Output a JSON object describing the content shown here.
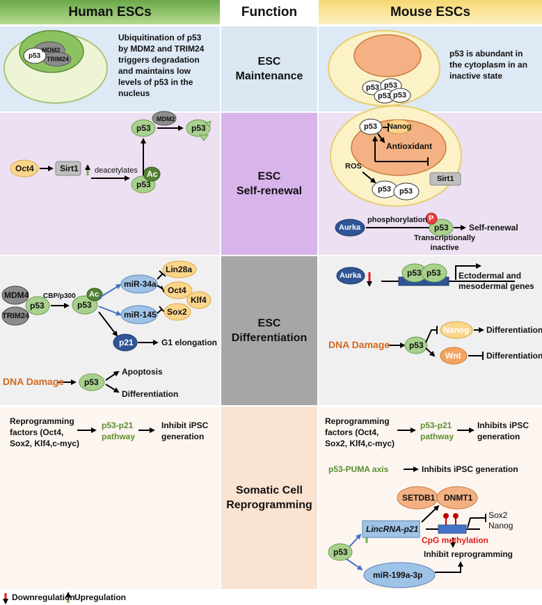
{
  "headers": {
    "human": "Human ESCs",
    "function": "Function",
    "mouse": "Mouse ESCs"
  },
  "rows": {
    "maintenance": {
      "label": "ESC\nMaintenance"
    },
    "self_renewal": {
      "label": "ESC\nSelf-renewal"
    },
    "differentiation": {
      "label": "ESC\nDifferentiation"
    },
    "reprogramming": {
      "label": "Somatic Cell\nReprogramming"
    }
  },
  "maintenance": {
    "human_text": "Ubiquitination of p53\nby MDM2 and TRIM24\ntriggers degradation\nand maintains low\nlevels of p53 in the\nnucleus",
    "human_mdm2": "MDM2",
    "human_trim24": "TRIM24",
    "human_p53": "p53",
    "mouse_text": "p53 is abundant in\nthe cytoplasm in an\ninactive state",
    "mouse_p53": "p53"
  },
  "self_renewal": {
    "oct4": "Oct4",
    "sirt1": "Sirt1",
    "deacetylates": "deacetylates",
    "p53": "p53",
    "ac": "Ac",
    "mdm2": "MDM2",
    "mouse_nanog": "Nanog",
    "mouse_antioxidant": "Antioxidant",
    "mouse_ros": "ROS",
    "mouse_sirt1": "Sirt1",
    "mouse_aurka": "Aurka",
    "mouse_phosphorylation": "phosphorylation",
    "mouse_p": "P",
    "mouse_self_renewal": "Self-renewal",
    "mouse_inactive": "Transcriptionally\ninactive"
  },
  "differentiation": {
    "mdm4": "MDM4",
    "trim24": "TRIM24",
    "p53": "p53",
    "cbp": "CBP/p300",
    "ac": "Ac",
    "mir34a": "miR-34a",
    "mir145": "miR-145",
    "lin28a": "Lin28a",
    "oct4": "Oct4",
    "klf4": "Klf4",
    "sox2": "Sox2",
    "p21": "p21",
    "g1": "G1 elongation",
    "dna_damage": "DNA Damage",
    "apoptosis": "Apoptosis",
    "differentiation": "Differentiation",
    "mouse_aurka": "Aurka",
    "mouse_genes": "Ectodermal and\nmesodermal genes",
    "mouse_dna_damage": "DNA Damage",
    "mouse_nanog": "Nanog",
    "mouse_wnt": "Wnt",
    "mouse_diff1": "Differentiation",
    "mouse_diff2": "Differentiation"
  },
  "reprogramming": {
    "human_factors": "Reprogramming\nfactors (Oct4,\nSox2, Klf4,c-myc)",
    "human_pathway": "p53-p21\npathway",
    "human_result": "Inhibit iPSC\ngeneration",
    "mouse_factors": "Reprogramming\nfactors (Oct4,\nSox2, Klf4,c-myc)",
    "mouse_pathway": "p53-p21\npathway",
    "mouse_result": "Inhibits iPSC\ngeneration",
    "puma_axis": "p53-PUMA axis",
    "puma_result": "Inhibits iPSC generation",
    "setdb1": "SETDB1",
    "dnmt1": "DNMT1",
    "sox2_nanog": "Sox2\nNanog",
    "lincrna": "LincRNA-p21",
    "cpg": "CpG methylation",
    "p53": "p53",
    "mir199": "miR-199a-3p",
    "inhibit": "Inhibit reprogramming"
  },
  "legend": {
    "down": "Downregulation",
    "up": "Upregulation"
  },
  "colors": {
    "human_header": "#8cc260",
    "mouse_header": "#fbe59a",
    "maintenance_bg": "#dde9f5",
    "self_renewal_bg": "#ece0f2",
    "differentiation_bg": "#f0f0f0",
    "reprogramming_bg": "#fdf6f0",
    "p53_green": "#a9d18e",
    "orange_node": "#fbd58a",
    "blue_node": "#9fc2e7",
    "gray_node": "#8c8c8c",
    "dark_blue": "#2f5597",
    "salmon": "#f4b183",
    "dna_damage": "#d2691e",
    "pathway_green": "#5b8f2e",
    "red": "#e01b1b"
  }
}
